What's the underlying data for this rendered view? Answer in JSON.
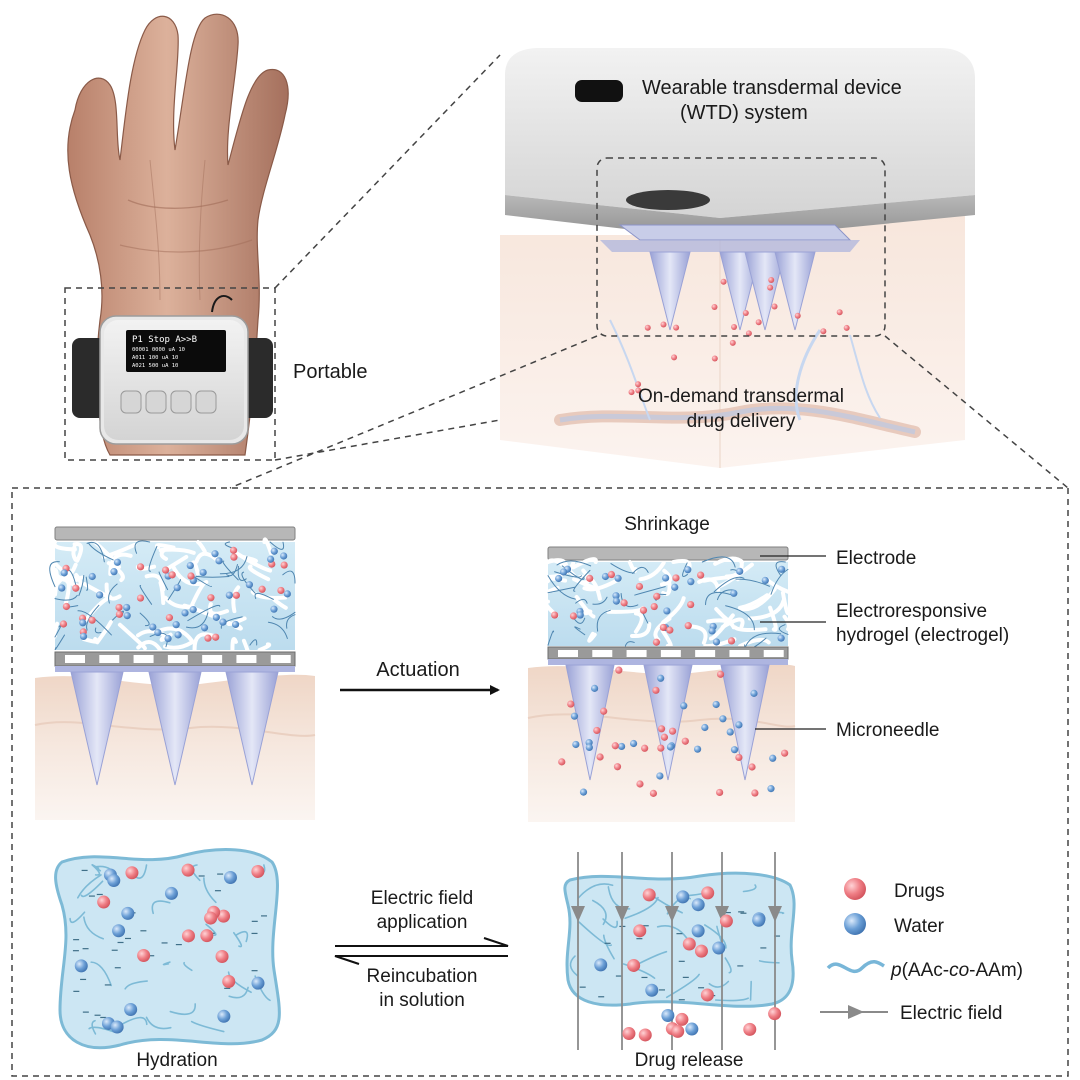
{
  "top": {
    "device_title_line1": "Wearable transdermal device",
    "device_title_line2": "(WTD) system",
    "portable_label": "Portable",
    "delivery_line1": "On-demand transdermal",
    "delivery_line2": "drug delivery",
    "oled_line1": "P1 Stop A>>B",
    "oled_line2": "00001 0000  uA   10",
    "oled_line3": "A011 100   uA   10",
    "oled_line4": "A021 500   uA   10"
  },
  "mechanism": {
    "shrinkage_label": "Shrinkage",
    "actuation_label": "Actuation",
    "electrode_label": "Electrode",
    "electrogel_line1": "Electroresponsive",
    "electrogel_line2": "hydrogel (electrogel)",
    "microneedle_label": "Microneedle"
  },
  "cycle": {
    "forward_line1": "Electric field",
    "forward_line2": "application",
    "reverse_line1": "Reincubation",
    "reverse_line2": "in solution",
    "hydration_label": "Hydration",
    "release_label": "Drug release"
  },
  "legend": {
    "drugs": "Drugs",
    "water": "Water",
    "polymer_prefix": "p",
    "polymer_rest_a": "(AAc-",
    "polymer_italic": "co",
    "polymer_rest_b": "-AAm)",
    "field": "Electric field"
  },
  "colors": {
    "drug": "#ef7e85",
    "water": "#6b9fd6",
    "gel": "#c7e3f2",
    "gel_border": "#7dbad6",
    "needle": "#b9c0e6",
    "skin": "#f3e2d5",
    "device": "#dcdcdc",
    "electrode": "#9a9a9a"
  }
}
